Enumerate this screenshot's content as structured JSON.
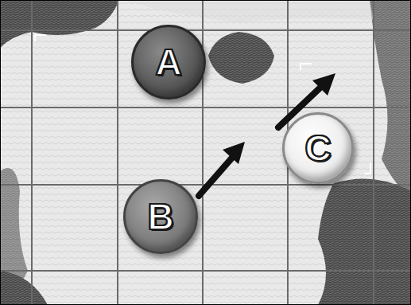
{
  "diagram": {
    "nodes": [
      {
        "text": [
          "A"
        ]
      },
      {
        "text": [
          "C"
        ]
      },
      {
        "text": [
          "B"
        ]
      }
    ]
  }
}
